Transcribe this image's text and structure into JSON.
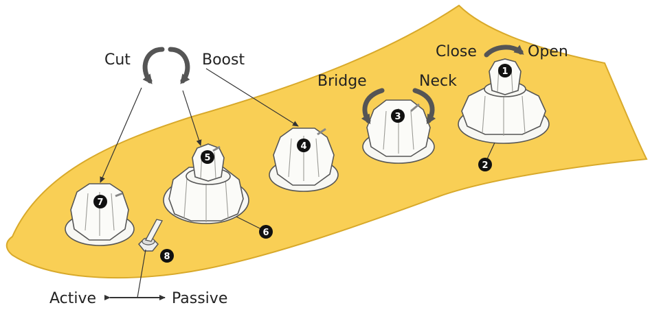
{
  "labels": {
    "cut": "Cut",
    "boost": "Boost",
    "bridge": "Bridge",
    "neck": "Neck",
    "close": "Close",
    "open": "Open",
    "active": "Active",
    "passive": "Passive"
  },
  "callouts": [
    "1",
    "2",
    "3",
    "4",
    "5",
    "6",
    "7",
    "8"
  ],
  "colors": {
    "pickguard": "#f9cf55",
    "pickguard_edge": "#d8a92a",
    "knob": "#f7f7f3",
    "badge": "#111111"
  }
}
